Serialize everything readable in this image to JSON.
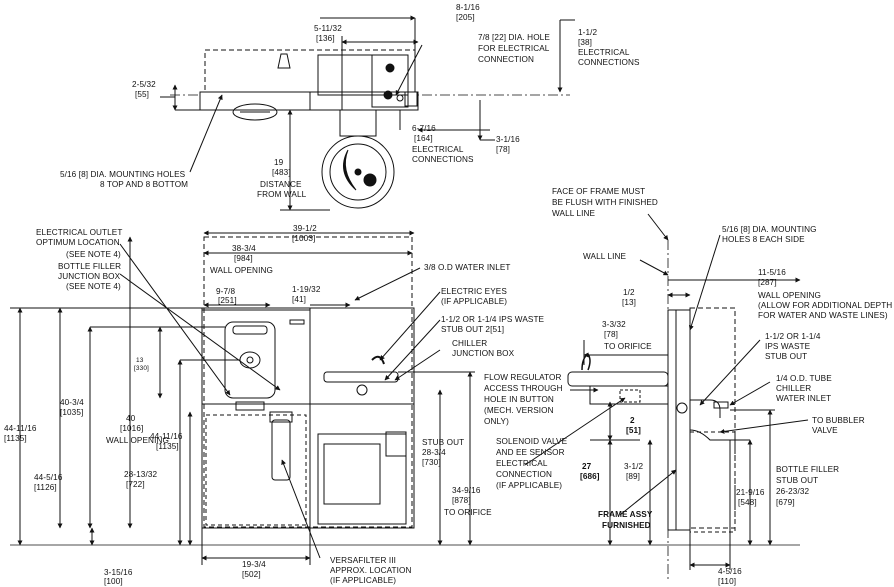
{
  "top": {
    "d_8_1_16": "8-1/16",
    "d_205": "[205]",
    "d_5_11_32": "5-11/32",
    "d_136": "[136]",
    "d_7_8": "7/8 [22] DIA. HOLE",
    "d_7_8b": "FOR ELECTRICAL",
    "d_7_8c": "CONNECTION",
    "d_1_1_2": "1-1/2",
    "d_38": "[38]",
    "d_elec1": "ELECTRICAL",
    "d_elec2": "CONNECTIONS",
    "d_2_5_32": "2-5/32",
    "d_55": "[55]",
    "d_6_7_16": "6-7/16",
    "d_164": "[164]",
    "d_elec3": "ELECTRICAL",
    "d_elec4": "CONNECTIONS",
    "d_3_1_16": "3-1/16",
    "d_78": "[78]",
    "d_19": "19",
    "d_483": "[483]",
    "dist1": "DISTANCE",
    "dist2": "FROM WALL",
    "mount1": "5/16 [8] DIA. MOUNTING HOLES",
    "mount2": "8 TOP AND 8 BOTTOM"
  },
  "front": {
    "outlet1": "ELECTRICAL OUTLET",
    "outlet2": "OPTIMUM LOCATION",
    "outlet3": "(SEE NOTE 4)",
    "bf1": "BOTTLE FILLER",
    "bf2": "JUNCTION BOX",
    "bf3": "(SEE NOTE 4)",
    "d_39_1_2": "39-1/2",
    "d_1003": "[1003]",
    "d_38_3_4": "38-3/4",
    "d_984": "[984]",
    "wallopen": "WALL OPENING",
    "d_9_7_8": "9-7/8",
    "d_251": "[251]",
    "d_1_19_32": "1-19/32",
    "d_41": "[41]",
    "water": "3/8 O.D WATER INLET",
    "eyes1": "ELECTRIC EYES",
    "eyes2": "(IF APPLICABLE)",
    "waste1": "1-1/2 OR 1-1/4 IPS WASTE",
    "waste2": "STUB OUT 2[51]",
    "chill1": "CHILLER",
    "chill2": "JUNCTION BOX",
    "flow1": "FLOW REGULATOR",
    "flow2": "ACCESS THROUGH",
    "flow3": "HOLE IN BUTTON",
    "flow4": "(MECH. VERSION",
    "flow5": "ONLY)",
    "d_13": "13",
    "d_330": "[330]",
    "d_44_11_16": "44-11/16",
    "d_1135": "[1135]",
    "d_40_3_4": "40-3/4",
    "d_1035": "[1035]",
    "d_40": "40",
    "d_1016": "[1016]",
    "wallopen2": "WALL OPENING",
    "d_44_5_16": "44-5/16",
    "d_1126": "[1126]",
    "d_44b": "44-11/16",
    "d_1135b": "[1135]",
    "d_28_13_32": "28-13/32",
    "d_722": "[722]",
    "stub1": "STUB OUT",
    "stub2": "28-3/4",
    "stub3": "[730]",
    "d_34_9_16": "34-9/16",
    "d_878": "[878]",
    "orifice": "TO ORIFICE",
    "d_3_15_16": "3-15/16",
    "d_100": "[100]",
    "d_19_3_4": "19-3/4",
    "d_502": "[502]",
    "vf1": "VERSAFILTER III",
    "vf2": "APPROX. LOCATION",
    "vf3": "(IF APPLICABLE)"
  },
  "side": {
    "face1": "FACE OF FRAME MUST",
    "face2": "BE FLUSH WITH FINISHED",
    "face3": "WALL LINE",
    "mh1": "5/16 [8] DIA. MOUNTING",
    "mh2": "HOLES 8 EACH SIDE",
    "wl": "WALL LINE",
    "d_11_5_16": "11-5/16",
    "d_287": "[287]",
    "wo1": "WALL OPENING",
    "wo2": "(ALLOW FOR ADDITIONAL DEPTH",
    "wo3": "FOR WATER AND WASTE LINES)",
    "d_half": "1/2",
    "d_13": "[13]",
    "d_3_3_32": "3-3/32",
    "d_78": "[78]",
    "orifice": "TO ORIFICE",
    "ips1": "1-1/2 OR 1-1/4",
    "ips2": "IPS WASTE",
    "ips3": "STUB OUT",
    "tube1": "1/4 O.D. TUBE",
    "tube2": "CHILLER",
    "tube3": "WATER INLET",
    "bub1": "TO BUBBLER",
    "bub2": "VALVE",
    "d_2": "2",
    "d_51": "[51]",
    "sol1": "SOLENOID VALVE",
    "sol2": "AND EE SENSOR",
    "sol3": "ELECTRICAL",
    "sol4": "CONNECTION",
    "sol5": "(IF APPLICABLE)",
    "d_27": "27",
    "d_686": "[686]",
    "d_3_1_2": "3-1/2",
    "d_89": "[89]",
    "d_21_9_16": "21-9/16",
    "d_548": "[548]",
    "bfs1": "BOTTLE FILLER",
    "bfs2": "STUB OUT",
    "bfs3": "26-23/32",
    "bfs4": "[679]",
    "frame1": "FRAME ASSY",
    "frame2": "FURNISHED",
    "d_4_5_16": "4-5/16",
    "d_110": "[110]"
  }
}
